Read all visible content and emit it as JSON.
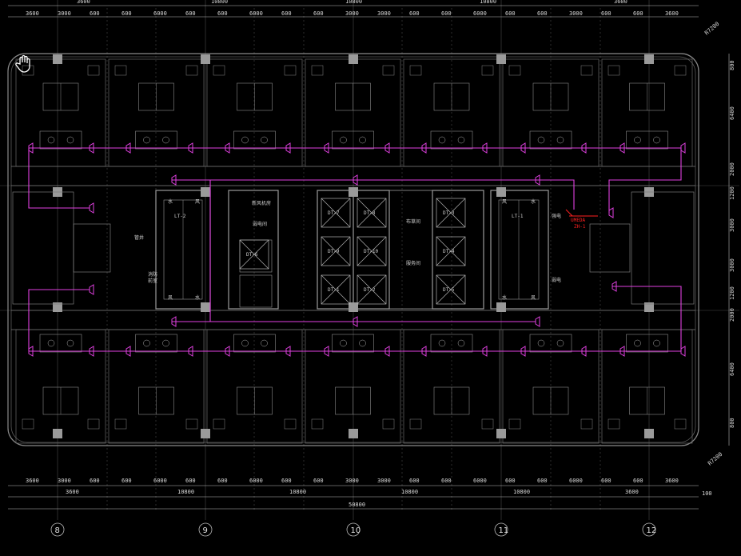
{
  "top_dims_row1": [
    "3600",
    "3000",
    "600",
    "600",
    "6000",
    "600",
    "600",
    "6000",
    "600",
    "600",
    "3000",
    "3000",
    "600",
    "600",
    "6000",
    "600",
    "600",
    "3000",
    "600",
    "600",
    "3600"
  ],
  "top_dims_row0": [
    "3600",
    "10800",
    "10800",
    "10800",
    "3600"
  ],
  "right_dims": [
    "800",
    "6400",
    "2000",
    "1200",
    "3000",
    "3000",
    "1200",
    "2000",
    "6400",
    "800"
  ],
  "bottom_dims_row1": [
    "3600",
    "3000",
    "600",
    "600",
    "6000",
    "600",
    "600",
    "6000",
    "600",
    "600",
    "3000",
    "3000",
    "600",
    "600",
    "6000",
    "600",
    "600",
    "6000",
    "600",
    "600",
    "3600"
  ],
  "bottom_dims_row2": [
    "3600",
    "10800",
    "10800",
    "10800",
    "10800",
    "3600"
  ],
  "bottom_total": "50800",
  "right_edge_label": "100",
  "axis_labels": [
    "8",
    "9",
    "10",
    "11",
    "12"
  ],
  "corner_label_top": "R7200",
  "corner_label_bottom": "R7200",
  "core_labels": {
    "stair_left": "LT-2",
    "stair_right": "LT-1",
    "elevators": [
      "DT-7",
      "DT-8",
      "DT-9",
      "DT-10",
      "DT-1",
      "DT-2",
      "DT-3",
      "DT-4",
      "DT-5",
      "DT-6"
    ],
    "service_left": "新风机房",
    "service_mid": "弱电间",
    "storage": "布草间",
    "housekeeping": "服务间",
    "pipe": "管井",
    "room_a": "强电",
    "room_b": "弱电",
    "shaft_small": [
      "水",
      "风",
      "风",
      "水",
      "风",
      "水",
      "水",
      "风"
    ],
    "badge_left": "消防",
    "badge_left2": "前室"
  },
  "red_tag": "UMEDA",
  "red_tag2": "ZH-1",
  "colors": {
    "wire": "#e040e0",
    "grid": "#6a6a6a",
    "wall": "#8a8a8a",
    "core": "#9a9a9a",
    "dim": "#d8d8d8",
    "warn": "#ff2020"
  }
}
